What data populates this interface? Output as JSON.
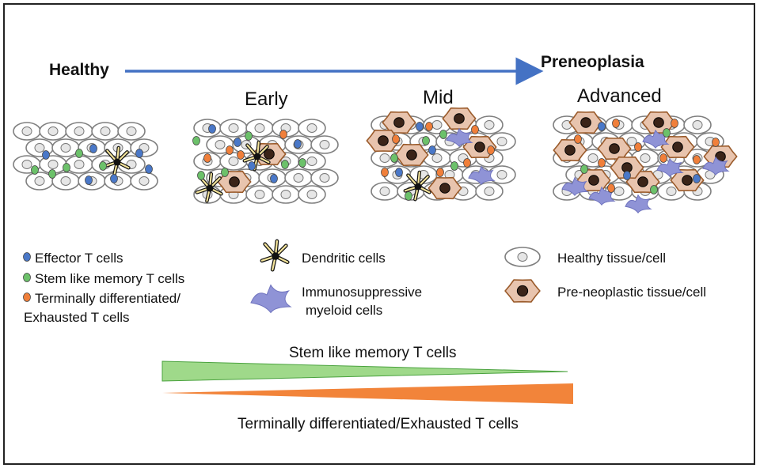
{
  "title_left": "Healthy",
  "title_right": "Preneoplasia",
  "stages": [
    "Early",
    "Mid",
    "Advanced"
  ],
  "legend": {
    "effector": "Effector T cells",
    "stem": "Stem like memory T cells",
    "terminal_line1": "Terminally differentiated/",
    "terminal_line2": "Exhausted T cells",
    "dendritic": "Dendritic cells",
    "myeloid_line1": "Immunosuppressive",
    "myeloid_line2": "myeloid cells",
    "healthy": "Healthy tissue/cell",
    "preneoplastic": "Pre-neoplastic tissue/cell"
  },
  "gradient": {
    "stem_label": "Stem like memory T cells",
    "terminal_label": "Terminally differentiated/Exhausted T cells"
  },
  "colors": {
    "arrow": "#4472c4",
    "effector": "#4a78c8",
    "stem": "#6cc16a",
    "terminal": "#f07f3a",
    "healthy_fill": "#ffffff",
    "healthy_stroke": "#7f7f7f",
    "preneo_fill": "#e8c4ae",
    "preneo_stroke": "#9a5a2a",
    "myeloid": "#8f93d6",
    "stem_wedge": "#9fd98a",
    "terminal_wedge": "#f2843a"
  }
}
